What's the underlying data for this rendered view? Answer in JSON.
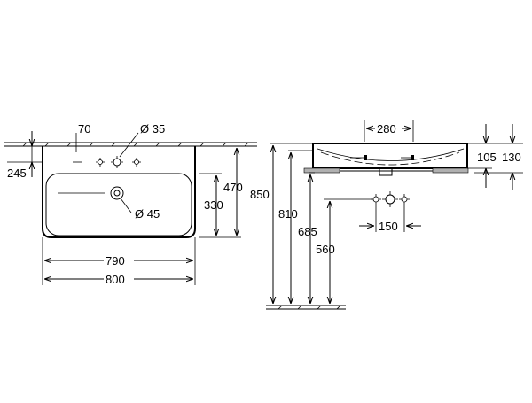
{
  "dimensions": {
    "front_top_hole_spacing": "70",
    "tap_hole_diameter": "Ø 35",
    "front_hole_height": "245",
    "front_total_depth": "470",
    "front_basin_depth": "330",
    "waste_diameter": "Ø 45",
    "inner_width": "790",
    "overall_width": "800",
    "side_hole_spacing": "280",
    "rim_height_inner": "105",
    "rim_height_outer": "130",
    "height_850": "850",
    "height_810": "810",
    "height_685": "685",
    "height_560": "560",
    "connection_spacing": "150"
  }
}
